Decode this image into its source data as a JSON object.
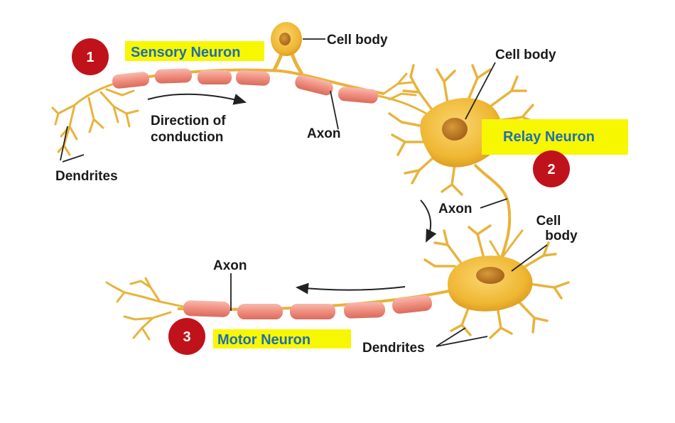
{
  "labels": {
    "cell_body_1": "Cell body",
    "cell_body_2": "Cell body",
    "cell_body_3_line1": "Cell",
    "cell_body_3_line2": "body",
    "axon_1": "Axon",
    "axon_2": "Axon",
    "axon_3": "Axon",
    "dendrites_1": "Dendrites",
    "dendrites_2": "Dendrites",
    "direction_line1": "Direction of",
    "direction_line2": "conduction"
  },
  "neurons": [
    {
      "number": "1",
      "name": "Sensory Neuron"
    },
    {
      "number": "2",
      "name": "Relay Neuron"
    },
    {
      "number": "3",
      "name": "Motor Neuron"
    }
  ],
  "colors": {
    "highlight": "#f7f700",
    "badge": "#c0121a",
    "tag_text": "#1f6fb0",
    "neuron_fill": "#f2bd3c",
    "myelin": "#f08f80"
  }
}
